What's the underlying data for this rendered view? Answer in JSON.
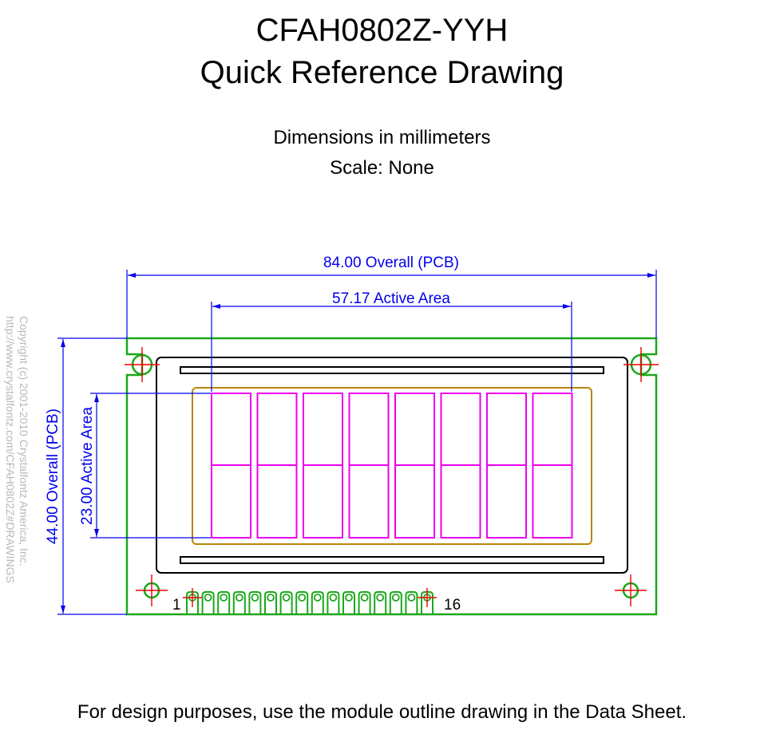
{
  "title": {
    "line1": "CFAH0802Z-YYH",
    "line2": "Quick Reference Drawing"
  },
  "subtitle": {
    "units": "Dimensions in millimeters",
    "scale": "Scale: None"
  },
  "copyright": {
    "line1": "Copyright (c) 2001-2010 Crystalfontz America, Inc.",
    "line2": "http://www.crystalfontz.com/CFAH0802Z#DRAWINGS"
  },
  "dimensions": {
    "overall_width": "84.00 Overall (PCB)",
    "active_width": "57.17 Active Area",
    "overall_height": "44.00 Overall (PCB)",
    "active_height": "23.00 Active Area"
  },
  "pins": {
    "first_label": "1",
    "last_label": "16",
    "count": 16
  },
  "display": {
    "character_cells": 8
  },
  "colors": {
    "pcb": "#1aa81a",
    "dimension": "#0000ee",
    "characters": "#ee00ee",
    "viewing_area": "#b8860b",
    "marker": "#ee0000",
    "copyright": "#b8b8b8"
  },
  "footer": "For design purposes, use the module outline drawing in the Data Sheet."
}
